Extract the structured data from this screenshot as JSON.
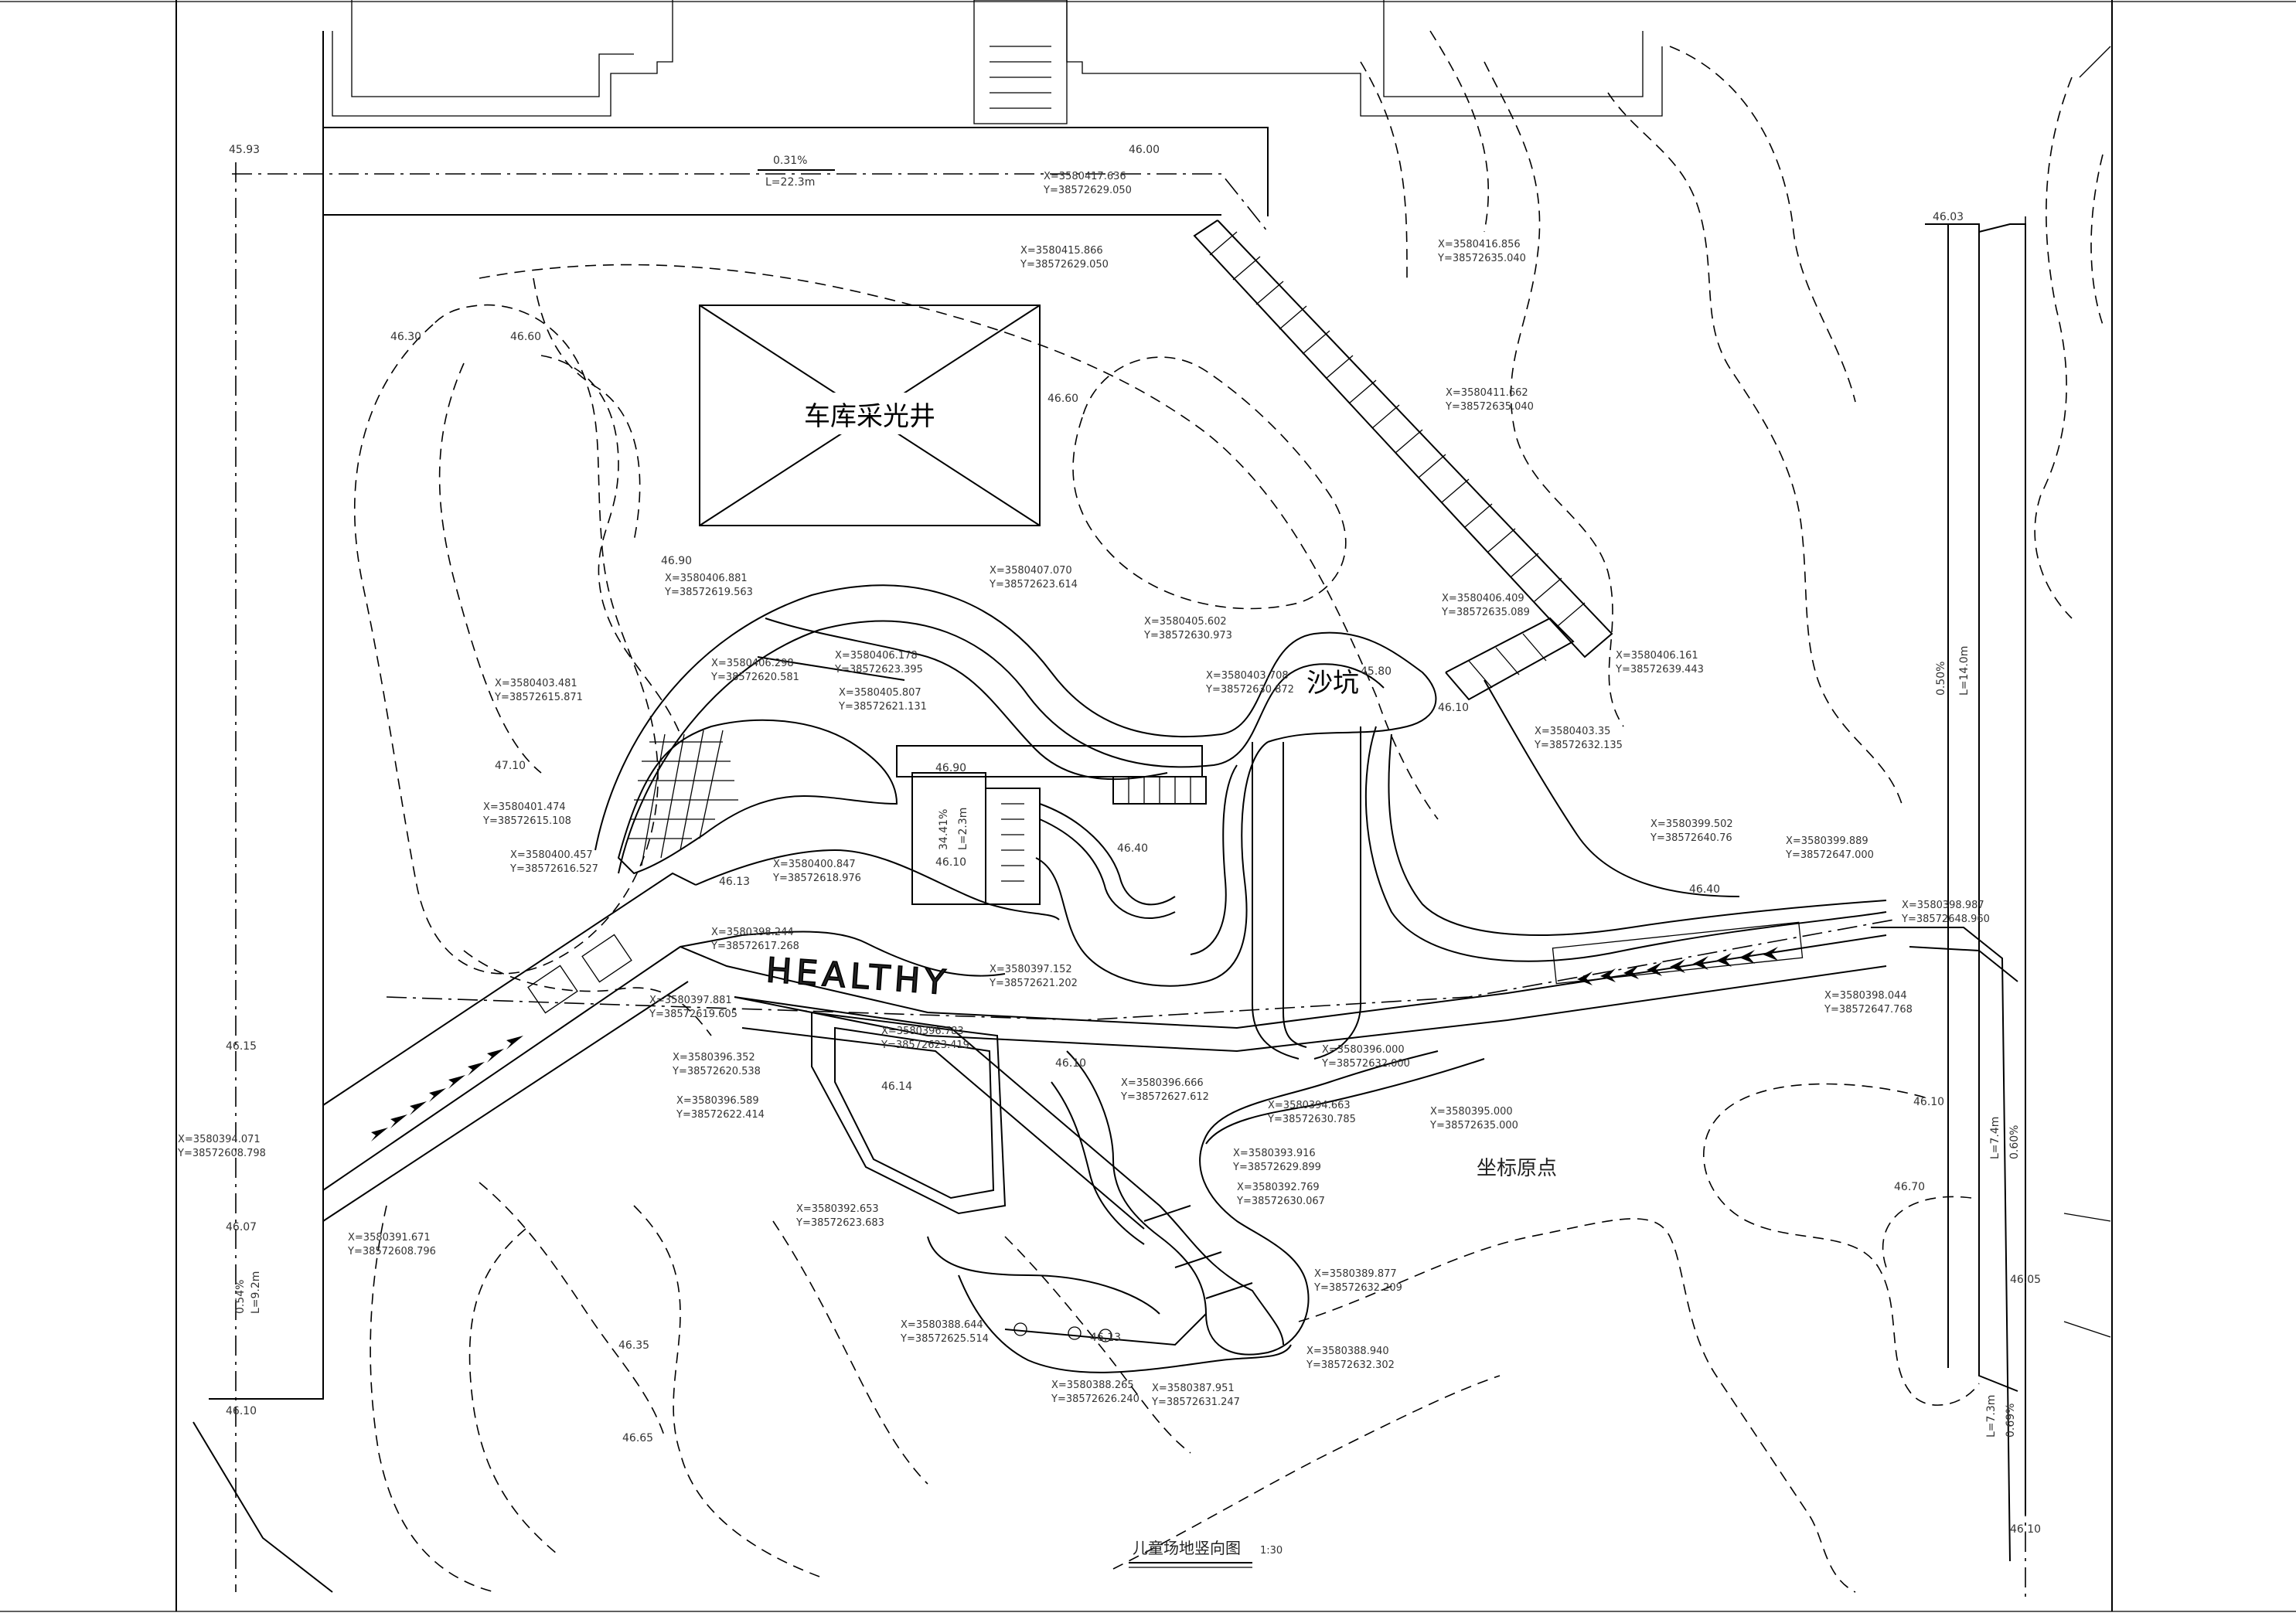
{
  "drawing": {
    "title": "儿童场地竖向图",
    "scale": "1:30",
    "labels": {
      "skylight": "车库采光井",
      "sandpit": "沙坑",
      "healthy": "HEALTHY",
      "origin": "坐标原点"
    }
  },
  "elevations": [
    {
      "id": "e1",
      "text": "45.93"
    },
    {
      "id": "e2",
      "text": "46.00"
    },
    {
      "id": "e3",
      "text": "46.03"
    },
    {
      "id": "e4",
      "text": "46.30"
    },
    {
      "id": "e5",
      "text": "46.60"
    },
    {
      "id": "e6",
      "text": "46.60"
    },
    {
      "id": "e7",
      "text": "46.90"
    },
    {
      "id": "e8",
      "text": "47.10"
    },
    {
      "id": "e9",
      "text": "45.80"
    },
    {
      "id": "e10",
      "text": "46.90"
    },
    {
      "id": "e11",
      "text": "46.10"
    },
    {
      "id": "e12",
      "text": "46.13"
    },
    {
      "id": "e13",
      "text": "46.40"
    },
    {
      "id": "e14",
      "text": "46.14"
    },
    {
      "id": "e15",
      "text": "46.15"
    },
    {
      "id": "e16",
      "text": "46.07"
    },
    {
      "id": "e17",
      "text": "46.10"
    },
    {
      "id": "e18",
      "text": "46.10"
    },
    {
      "id": "e19",
      "text": "46.40"
    },
    {
      "id": "e20",
      "text": "46.70"
    },
    {
      "id": "e21",
      "text": "46.35"
    },
    {
      "id": "e22",
      "text": "46.65"
    },
    {
      "id": "e23",
      "text": "46.13"
    },
    {
      "id": "e24",
      "text": "46.10"
    },
    {
      "id": "e25",
      "text": "46.10"
    },
    {
      "id": "e26",
      "text": "46.05"
    },
    {
      "id": "e27",
      "text": "46.10"
    }
  ],
  "slopes": [
    {
      "id": "s1",
      "grade": "0.31%",
      "length": "L=22.3m"
    },
    {
      "id": "s2",
      "grade": "0.50%",
      "length": "L=14.0m"
    },
    {
      "id": "s3",
      "grade": "0.54%",
      "length": "L=9.2m"
    },
    {
      "id": "s4",
      "grade": "0.69%",
      "length": "L=7.3m"
    },
    {
      "id": "s5",
      "grade": "0.60%",
      "length": "L=7.4m"
    },
    {
      "id": "s6",
      "grade": "34.41%",
      "length": "L=2.3m"
    }
  ],
  "coords": [
    {
      "id": "c1",
      "x": "X=3580417.636",
      "y": "Y=38572629.050"
    },
    {
      "id": "c2",
      "x": "X=3580415.866",
      "y": "Y=38572629.050"
    },
    {
      "id": "c3",
      "x": "X=3580416.856",
      "y": "Y=38572635.040"
    },
    {
      "id": "c4",
      "x": "X=3580411.662",
      "y": "Y=38572635.040"
    },
    {
      "id": "c5",
      "x": "X=3580406.881",
      "y": "Y=38572619.563"
    },
    {
      "id": "c6",
      "x": "X=3580407.070",
      "y": "Y=38572623.614"
    },
    {
      "id": "c7",
      "x": "X=3580406.409",
      "y": "Y=38572635.089"
    },
    {
      "id": "c8",
      "x": "X=3580406.161",
      "y": "Y=38572639.443"
    },
    {
      "id": "c9",
      "x": "X=3580405.602",
      "y": "Y=38572630.973"
    },
    {
      "id": "c10",
      "x": "X=3580406.178",
      "y": "Y=38572623.395"
    },
    {
      "id": "c11",
      "x": "X=3580406.298",
      "y": "Y=38572620.581"
    },
    {
      "id": "c12",
      "x": "X=3580405.807",
      "y": "Y=38572621.131"
    },
    {
      "id": "c13",
      "x": "X=3580403.481",
      "y": "Y=38572615.871"
    },
    {
      "id": "c14",
      "x": "X=3580403.708",
      "y": "Y=38572630.872"
    },
    {
      "id": "c15",
      "x": "X=3580403.35",
      "y": "Y=38572632.135"
    },
    {
      "id": "c16",
      "x": "X=3580401.474",
      "y": "Y=38572615.108"
    },
    {
      "id": "c17",
      "x": "X=3580400.457",
      "y": "Y=38572616.527"
    },
    {
      "id": "c18",
      "x": "X=3580400.847",
      "y": "Y=38572618.976"
    },
    {
      "id": "c19",
      "x": "X=3580399.502",
      "y": "Y=38572640.76"
    },
    {
      "id": "c20",
      "x": "X=3580399.889",
      "y": "Y=38572647.000"
    },
    {
      "id": "c21",
      "x": "X=3580398.244",
      "y": "Y=38572617.268"
    },
    {
      "id": "c22",
      "x": "X=3580398.987",
      "y": "Y=38572648.960"
    },
    {
      "id": "c23",
      "x": "X=3580397.152",
      "y": "Y=38572621.202"
    },
    {
      "id": "c24",
      "x": "X=3580397.881",
      "y": "Y=38572619.605"
    },
    {
      "id": "c25",
      "x": "X=3580398.044",
      "y": "Y=38572647.768"
    },
    {
      "id": "c26",
      "x": "X=3580396.783",
      "y": "Y=38572623.419"
    },
    {
      "id": "c27",
      "x": "X=3580396.352",
      "y": "Y=38572620.538"
    },
    {
      "id": "c28",
      "x": "X=3580396.589",
      "y": "Y=38572622.414"
    },
    {
      "id": "c29",
      "x": "X=3580396.000",
      "y": "Y=38572632.000"
    },
    {
      "id": "c30",
      "x": "X=3580396.666",
      "y": "Y=38572627.612"
    },
    {
      "id": "c31",
      "x": "X=3580394.663",
      "y": "Y=38572630.785"
    },
    {
      "id": "c32",
      "x": "X=3580395.000",
      "y": "Y=38572635.000"
    },
    {
      "id": "c33",
      "x": "X=3580394.071",
      "y": "Y=38572608.798"
    },
    {
      "id": "c34",
      "x": "X=3580393.916",
      "y": "Y=38572629.899"
    },
    {
      "id": "c35",
      "x": "X=3580392.769",
      "y": "Y=38572630.067"
    },
    {
      "id": "c36",
      "x": "X=3580392.653",
      "y": "Y=38572623.683"
    },
    {
      "id": "c37",
      "x": "X=3580391.671",
      "y": "Y=38572608.796"
    },
    {
      "id": "c38",
      "x": "X=3580389.877",
      "y": "Y=38572632.209"
    },
    {
      "id": "c39",
      "x": "X=3580388.644",
      "y": "Y=38572625.514"
    },
    {
      "id": "c40",
      "x": "X=3580388.265",
      "y": "Y=38572626.240"
    },
    {
      "id": "c41",
      "x": "X=3580387.951",
      "y": "Y=38572631.247"
    },
    {
      "id": "c42",
      "x": "X=3580388.940",
      "y": "Y=38572632.302"
    }
  ],
  "colors": {
    "ink": "#000000",
    "paper": "#ffffff"
  }
}
